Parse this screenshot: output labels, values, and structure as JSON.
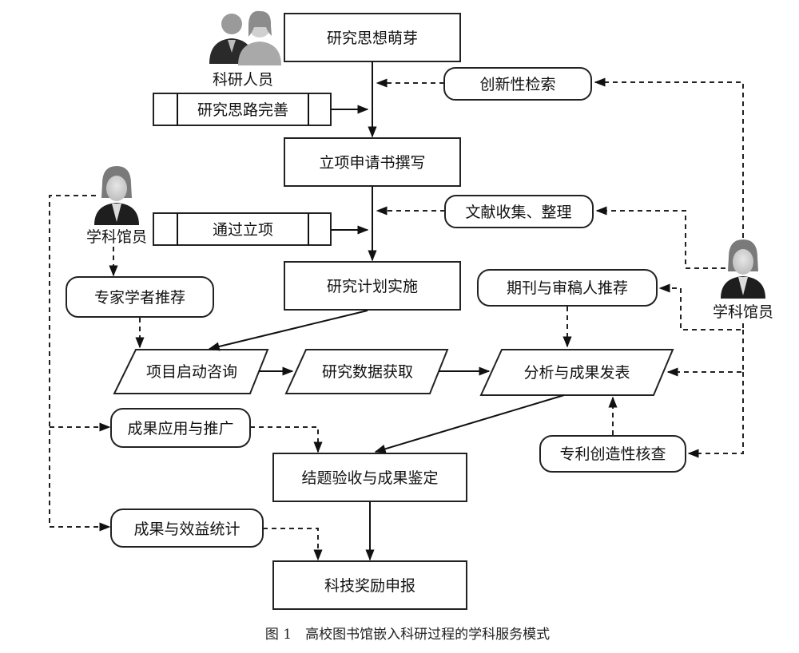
{
  "diagram": {
    "actors": {
      "researchers": "科研人员",
      "librarian_left": "学科馆员",
      "librarian_right": "学科馆员"
    },
    "process_steps": [
      "研究思想萌芽",
      "立项申请书撰写",
      "研究计划实施",
      "项目启动咨询",
      "研究数据获取",
      "分析与成果发表",
      "结题验收与成果鉴定",
      "科技奖励申报"
    ],
    "subprocesses": {
      "refine": "研究思路完善",
      "approve": "通过立项"
    },
    "services": {
      "novelty_search": "创新性检索",
      "literature": "文献收集、整理",
      "expert_recommend": "专家学者推荐",
      "journal_recommend": "期刊与审稿人推荐",
      "patent_check": "专利创造性核查",
      "application": "成果应用与推广",
      "statistics": "成果与效益统计"
    },
    "caption": "图 1　高校图书馆嵌入科研过程的学科服务模式"
  }
}
